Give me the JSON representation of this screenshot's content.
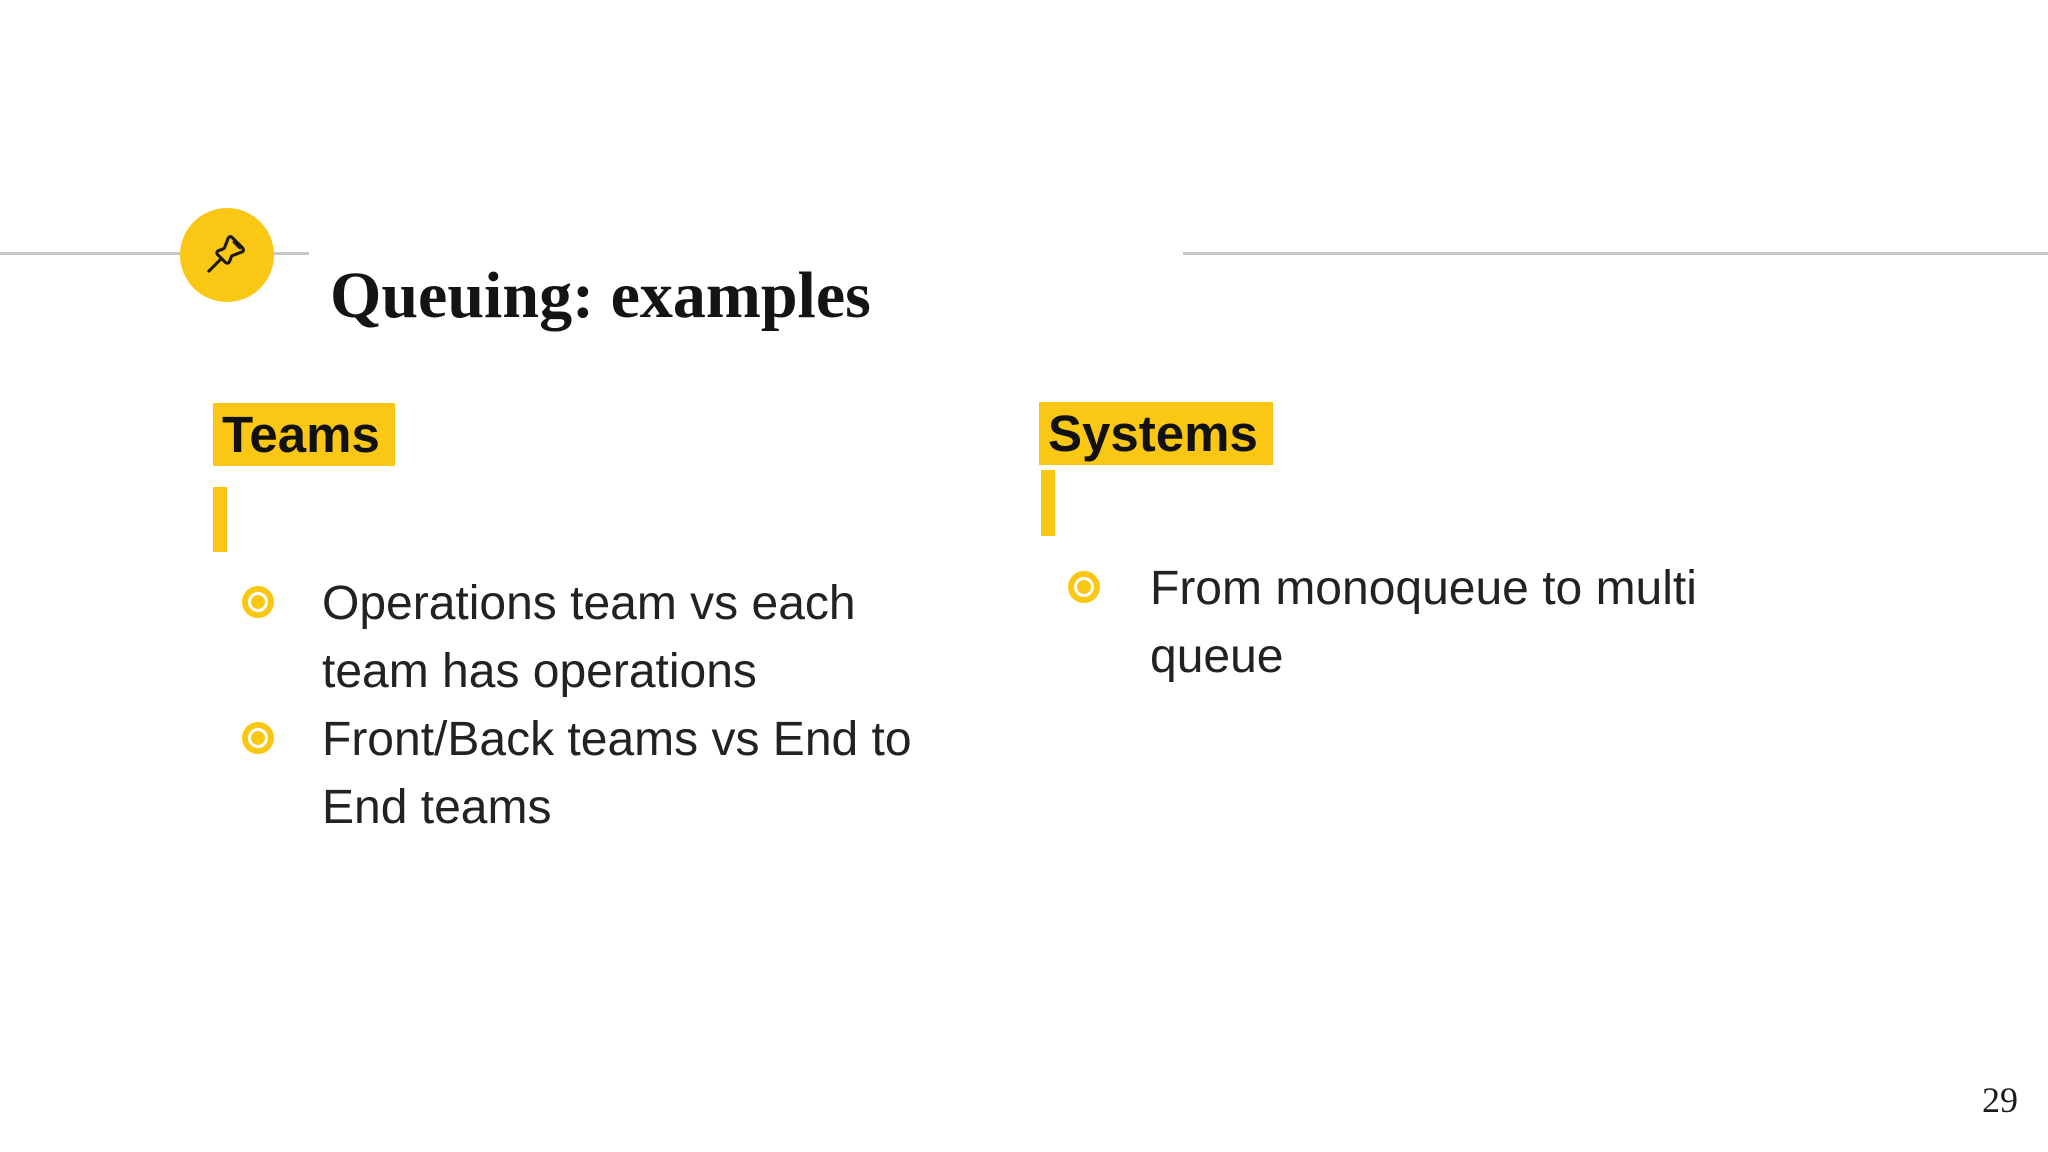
{
  "slide": {
    "title": "Queuing: examples",
    "page_number": "29",
    "header_icon": "pushpin",
    "columns": [
      {
        "heading": "Teams",
        "bullets": [
          "Operations team vs each team has operations",
          "Front/Back teams vs End to End teams"
        ]
      },
      {
        "heading": "Systems",
        "bullets": [
          "From monoqueue to multi queue"
        ]
      }
    ],
    "colors": {
      "accent_yellow": "#fac814",
      "rule_gray": "#c7c7c7",
      "text_dark": "#212121",
      "background": "#ffffff"
    }
  }
}
